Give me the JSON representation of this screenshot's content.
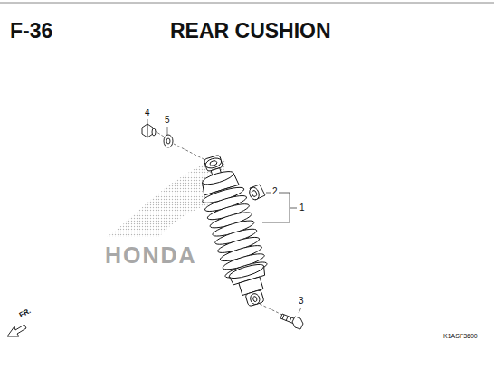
{
  "diagram": {
    "title": "REAR CUSHION",
    "labels": [
      "F-36",
      "4",
      "5",
      "2",
      "1",
      "3",
      "HONDA",
      "FR.",
      "K1ASF3600"
    ]
  }
}
